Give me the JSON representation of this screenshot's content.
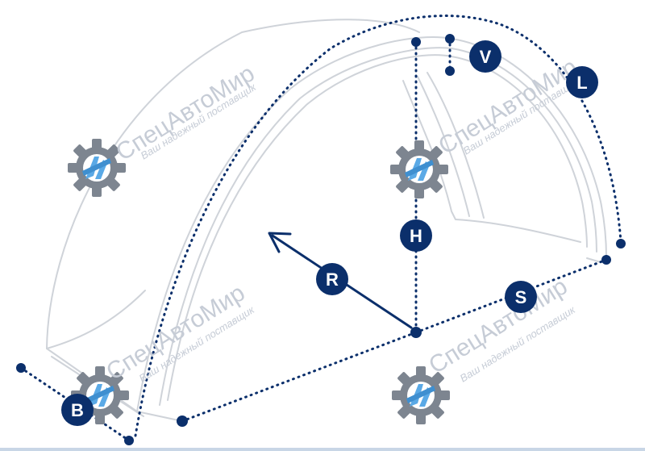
{
  "diagram": {
    "labels": {
      "v": "V",
      "l": "L",
      "h": "H",
      "r": "R",
      "s": "S",
      "b": "B"
    },
    "colors": {
      "accent": "#0b2f6b",
      "outline": "#cfd3d9",
      "watermark_text": "#c6ccd6",
      "watermark_blue": "#5aa9e6",
      "watermark_gear": "#7d8590"
    }
  },
  "watermark": {
    "brand": "СпецАвтоМир",
    "tagline": "Ваш надежный поставщик",
    "icon": "gear-logo-icon"
  }
}
